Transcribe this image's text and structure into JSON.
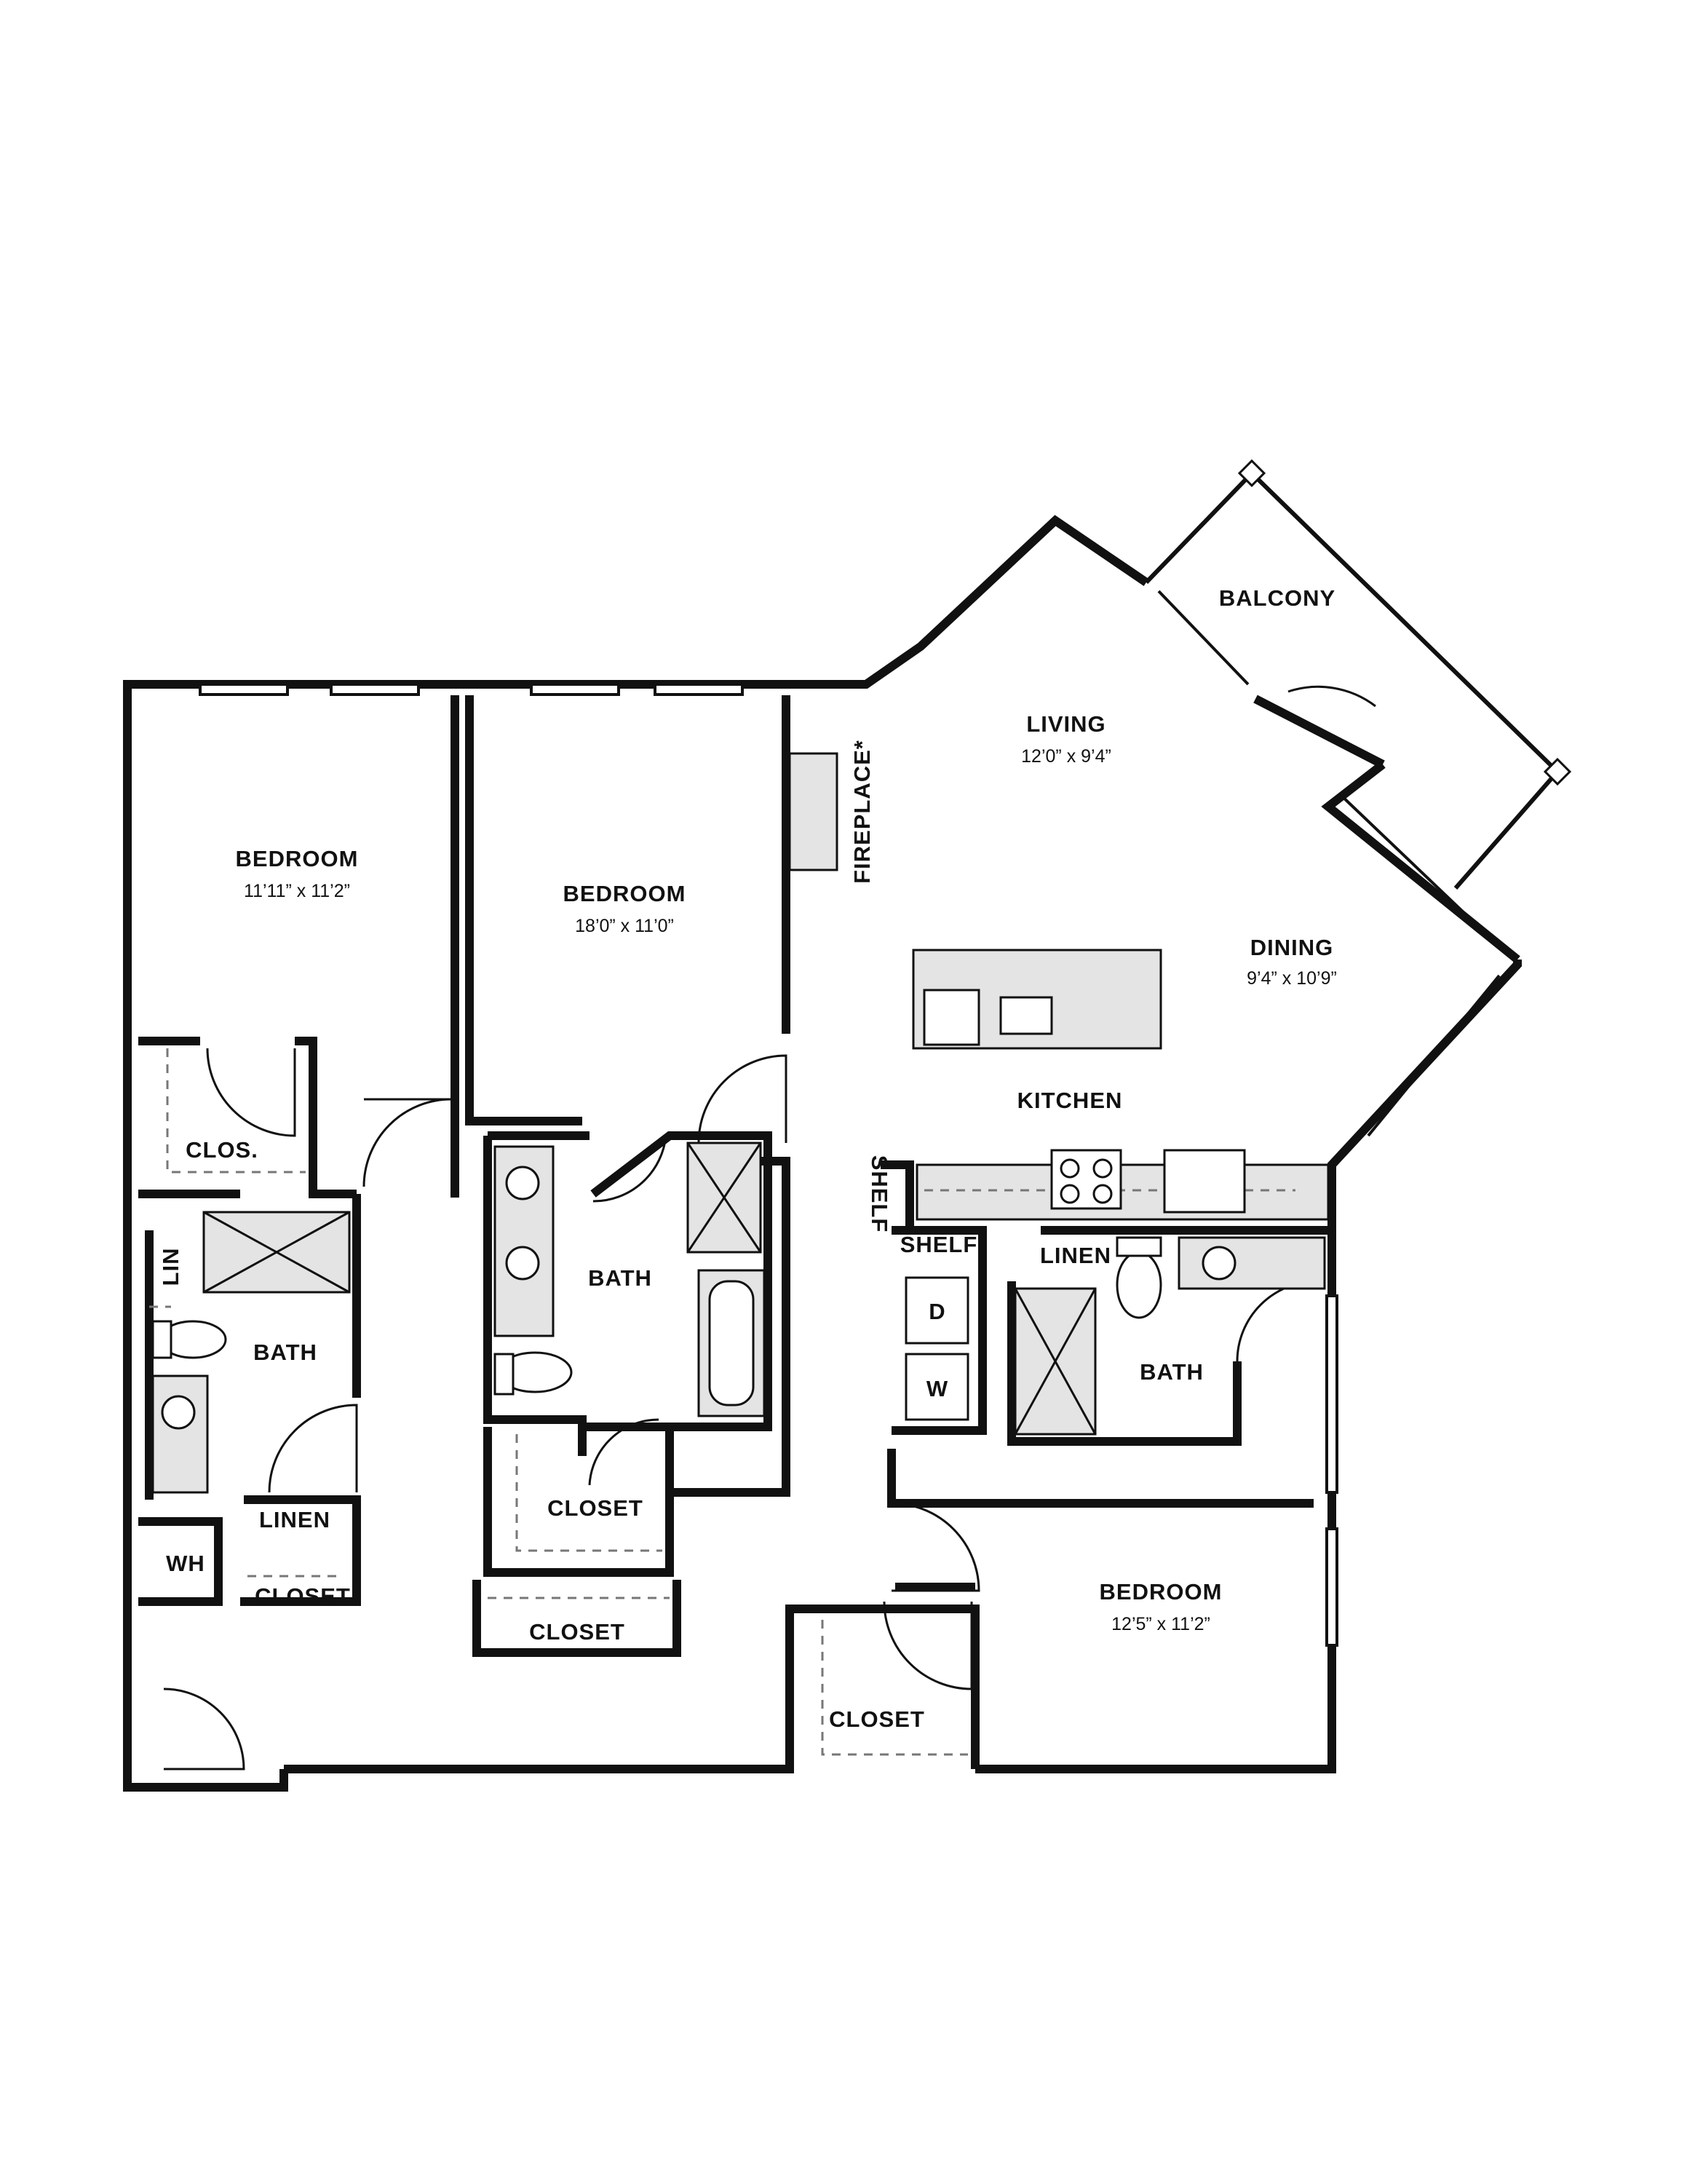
{
  "rooms": {
    "bedroom_left": {
      "label": "BEDROOM",
      "dims": "11’11” x 11’2”"
    },
    "bedroom_center": {
      "label": "BEDROOM",
      "dims": "18’0” x 11’0”"
    },
    "bedroom_right": {
      "label": "BEDROOM",
      "dims": "12’5” x 11’2”"
    },
    "living": {
      "label": "LIVING",
      "dims": "12’0” x 9’4”"
    },
    "dining": {
      "label": "DINING",
      "dims": "9’4” x 10’9”"
    },
    "balcony": {
      "label": "BALCONY"
    },
    "kitchen": {
      "label": "KITCHEN"
    },
    "fireplace": {
      "label": "FIREPLACE*"
    },
    "bath_left": {
      "label": "BATH"
    },
    "bath_center": {
      "label": "BATH"
    },
    "bath_right": {
      "label": "BATH"
    },
    "clos": {
      "label": "CLOS."
    },
    "lin": {
      "label": "LIN"
    },
    "linen_left": {
      "label": "LINEN"
    },
    "linen_right": {
      "label": "LINEN"
    },
    "wh": {
      "label": "WH"
    },
    "closet_left": {
      "label": "CLOSET"
    },
    "closet_center_upper": {
      "label": "CLOSET"
    },
    "closet_center_lower": {
      "label": "CLOSET"
    },
    "closet_right": {
      "label": "CLOSET"
    },
    "shelf_vertical": {
      "label": "SHELF"
    },
    "shelf_laundry": {
      "label": "SHELF"
    },
    "dryer": {
      "label": "D"
    },
    "washer": {
      "label": "W"
    }
  }
}
